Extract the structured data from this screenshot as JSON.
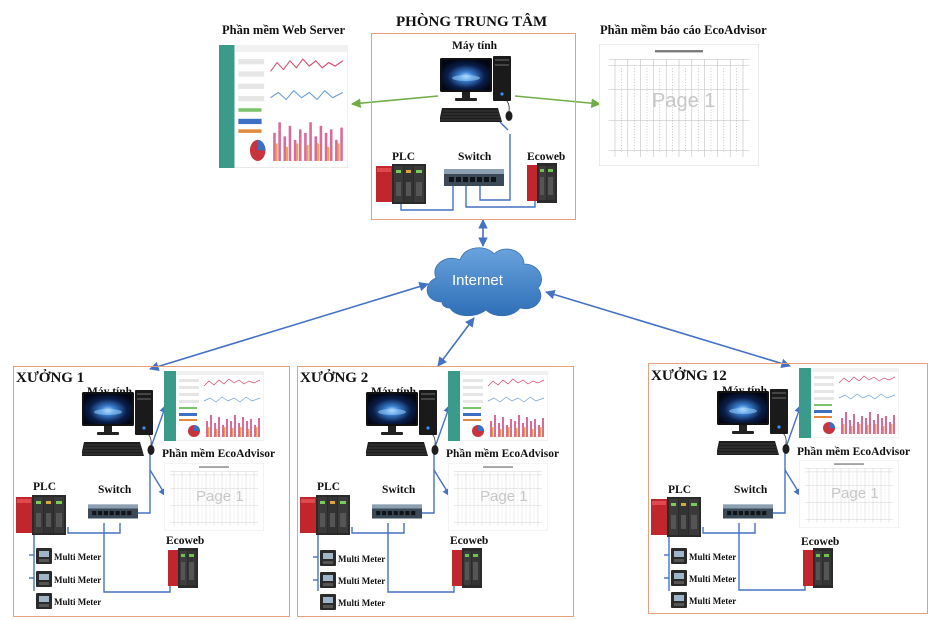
{
  "central": {
    "title": "PHÒNG TRUNG TÂM",
    "computer_label": "Máy tính",
    "plc_label": "PLC",
    "switch_label": "Switch",
    "ecoweb_label": "Ecoweb"
  },
  "web_server": {
    "label": "Phần mềm Web Server"
  },
  "report": {
    "label": "Phần mềm báo cáo EcoAdvisor",
    "watermark": "Page 1"
  },
  "cloud": {
    "label": "Internet"
  },
  "workshops": [
    {
      "title": "XƯỞNG 1",
      "computer_label": "Máy tính",
      "software_label": "Phần mềm EcoAdvisor",
      "watermark": "Page 1",
      "plc_label": "PLC",
      "switch_label": "Switch",
      "ecoweb_label": "Ecoweb",
      "meters": [
        "Multi Meter",
        "Multi Meter",
        "Multi Meter"
      ]
    },
    {
      "title": "XƯỞNG 2",
      "computer_label": "Máy tính",
      "software_label": "Phần mềm EcoAdvisor",
      "watermark": "Page 1",
      "plc_label": "PLC",
      "switch_label": "Switch",
      "ecoweb_label": "Ecoweb",
      "meters": [
        "Multi Meter",
        "Multi Meter",
        "Multi Meter"
      ]
    },
    {
      "title": "XƯỞNG 12",
      "computer_label": "Máy tính",
      "software_label": "Phần mềm EcoAdvisor",
      "watermark": "Page 1",
      "plc_label": "PLC",
      "switch_label": "Switch",
      "ecoweb_label": "Ecoweb",
      "meters": [
        "Multi Meter",
        "Multi Meter",
        "Multi Meter"
      ]
    }
  ],
  "colors": {
    "box_border": "#e9a07a",
    "blue_link": "#4472c4",
    "green_link": "#70ad47",
    "cloud": "#4a86c8",
    "plc_red": "#c0262c"
  }
}
